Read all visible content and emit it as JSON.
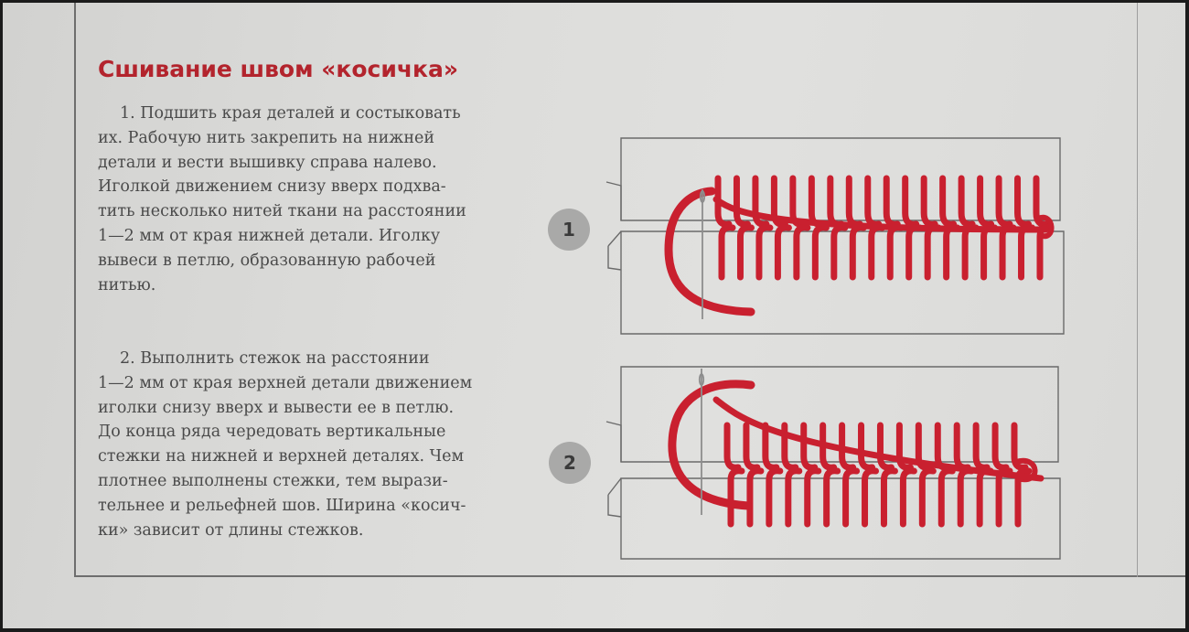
{
  "title": "Сшивание швом «косичка»",
  "steps": [
    {
      "badge": "1",
      "lines": [
        "1. Подшить края деталей и состыковать",
        "их. Рабочую нить закрепить на нижней",
        "детали и вести вышивку справа налево.",
        "Иголкой движением снизу вверх подхва-",
        "тить несколько нитей ткани на расстоянии",
        "1—2 мм от края нижней детали. Иголку",
        "вывеси в петлю, образованную рабочей",
        "нитью."
      ]
    },
    {
      "badge": "2",
      "lines": [
        "2. Выполнить стежок на расстоянии",
        "1—2 мм от края верхней детали движением",
        "иголки снизу вверх и вывести ее в петлю.",
        "До конца ряда чередовать вертикальные",
        "стежки на нижней и верхней деталях. Чем",
        "плотнее выполнены стежки, тем вырази-",
        "тельнее и рельефней шов. Ширина «косич-",
        "ки» зависит от длины стежков."
      ]
    }
  ],
  "colors": {
    "title": "#b3242d",
    "thread": "#c9202f",
    "fabric_outline": "#6a6a6a",
    "badge": "#a9a9a8"
  },
  "icons": {
    "step1": "herringbone-stitch-illustration",
    "step2": "herringbone-stitch-illustration"
  }
}
